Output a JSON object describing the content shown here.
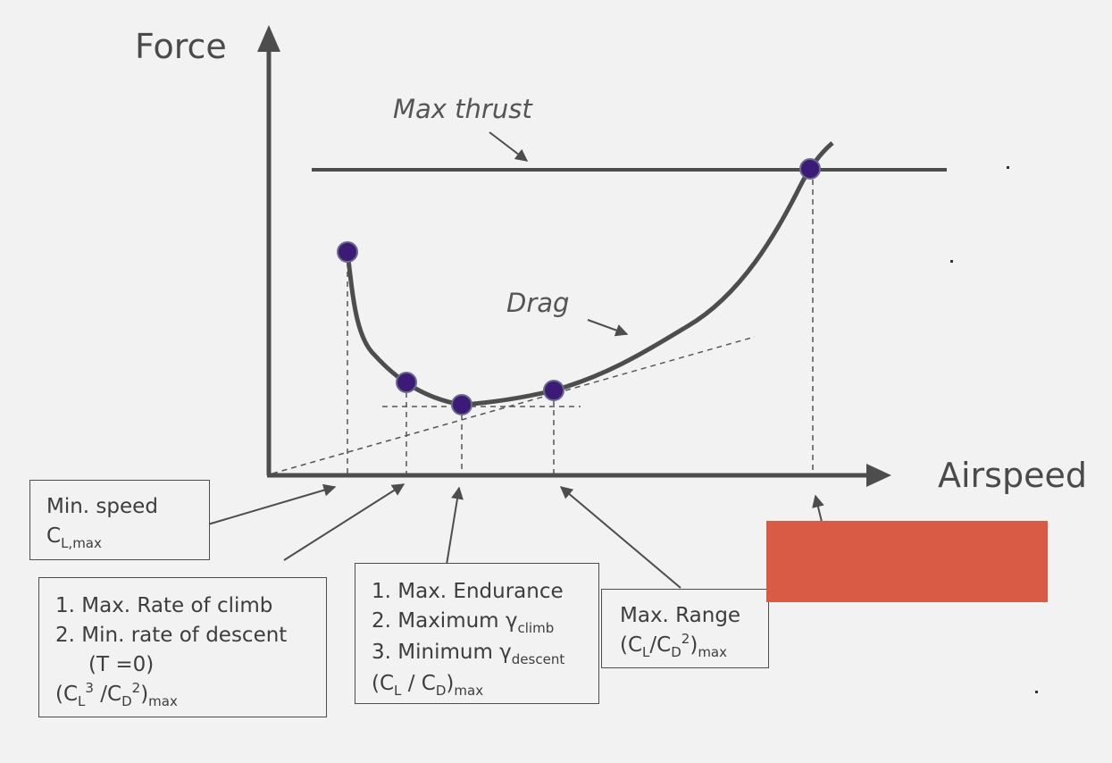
{
  "axes": {
    "y_title": "Force",
    "x_title": "Airspeed"
  },
  "curve_labels": {
    "max_thrust": "Max thrust",
    "drag": "Drag"
  },
  "boxes": {
    "min_speed": {
      "line1": "Min. speed",
      "c_main": "C",
      "c_sub": "L,max"
    },
    "climb": {
      "line1": "1. Max. Rate of climb",
      "line2": "2. Min. rate of descent",
      "line3": "(T =0)",
      "f_open": "(C",
      "f_sub1": "L",
      "f_sup1": "3",
      "f_mid": " /C",
      "f_sub2": "D",
      "f_sup2": "2",
      "f_close": ")",
      "f_subend": "max"
    },
    "endurance": {
      "line1": "1. Max. Endurance",
      "line2_main": "2. Maximum γ",
      "line2_sub": "climb",
      "line3_main": "3. Minimum γ",
      "line3_sub": "descent",
      "f_open": "(C",
      "f_sub1": "L",
      "f_mid": " / C",
      "f_sub2": "D",
      "f_close": ")",
      "f_subend": "max"
    },
    "range": {
      "line1": "Max. Range",
      "f_open": "(C",
      "f_sub1": "L",
      "f_mid": "/C",
      "f_sub2": "D",
      "f_sup2": "2",
      "f_close": ")",
      "f_subend": "max"
    }
  },
  "colors": {
    "line": "#4d4d4d",
    "point_fill": "#3b1a78",
    "point_stroke": "#6a6a8a",
    "redaction": "#d95b45",
    "background": "#f2f2f2"
  }
}
